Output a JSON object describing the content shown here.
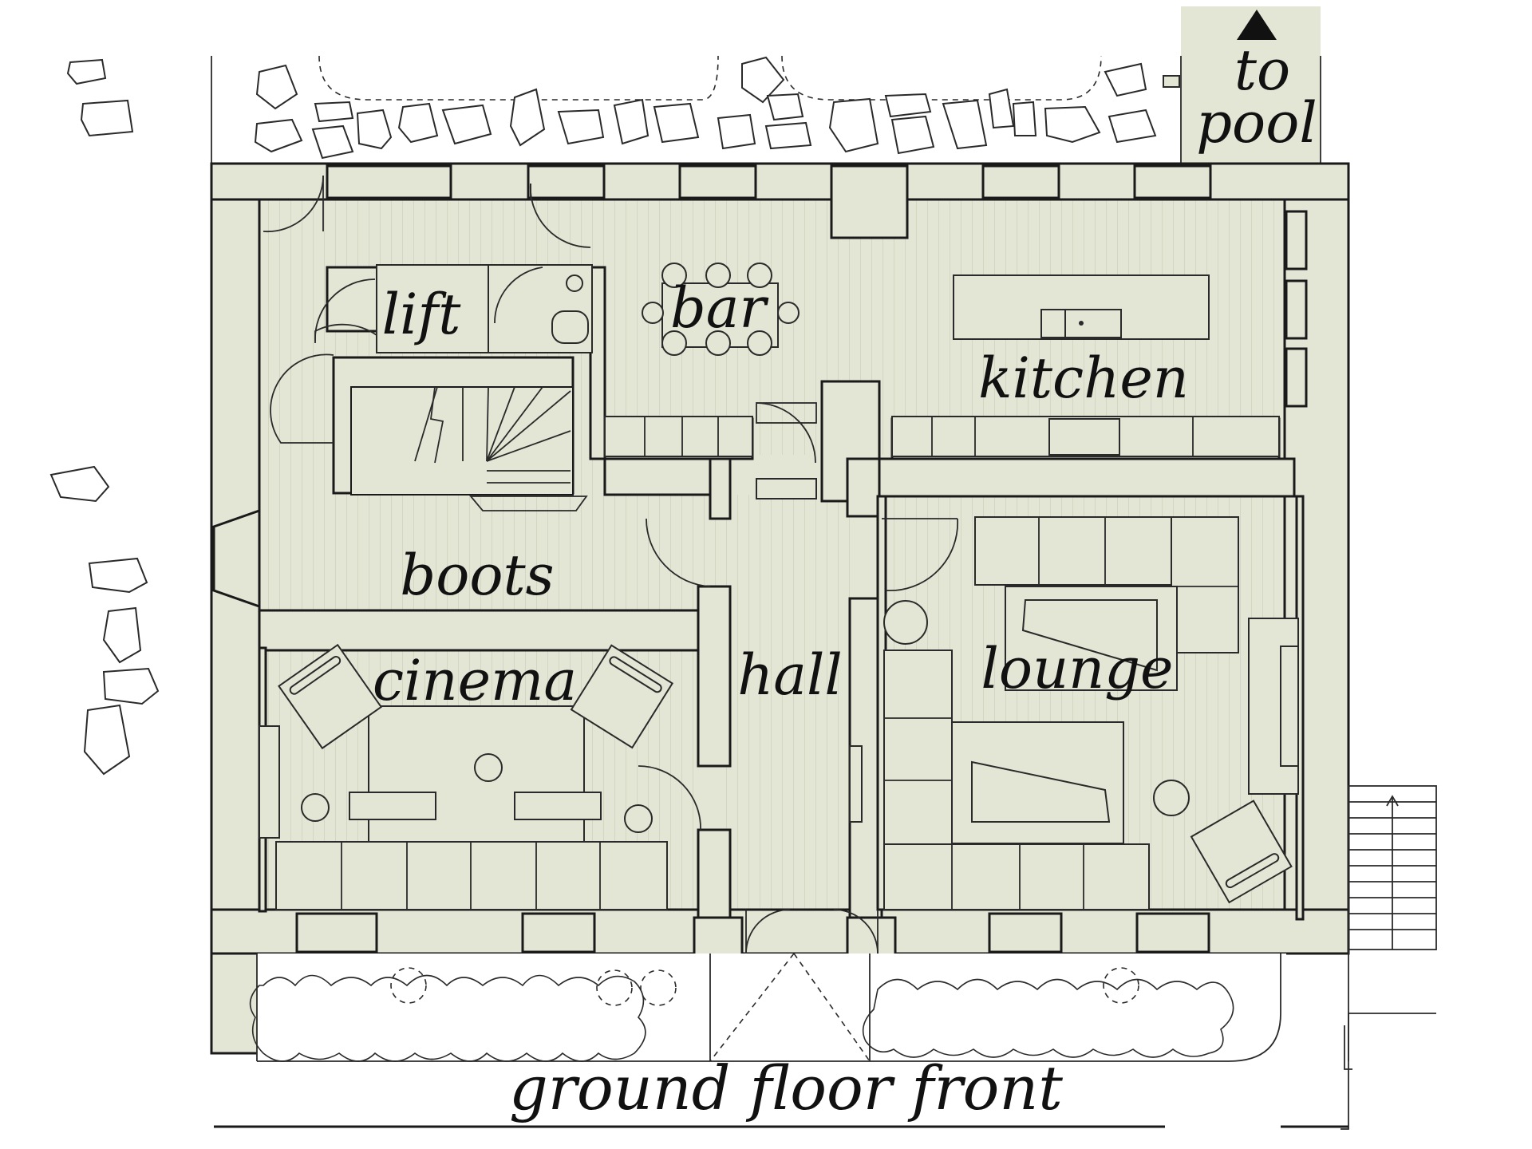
{
  "labels": {
    "lift": "lift",
    "bar": "bar",
    "kitchen": "kitchen",
    "boots": "boots",
    "cinema": "cinema",
    "hall": "hall",
    "lounge": "lounge",
    "to": "to",
    "pool": "pool",
    "title": "ground floor front"
  },
  "colors": {
    "floor": "#e3e6d5",
    "line": "#1a1a1a",
    "background": "#ffffff"
  },
  "icons": {
    "north_arrow": "triangle-up-icon"
  }
}
